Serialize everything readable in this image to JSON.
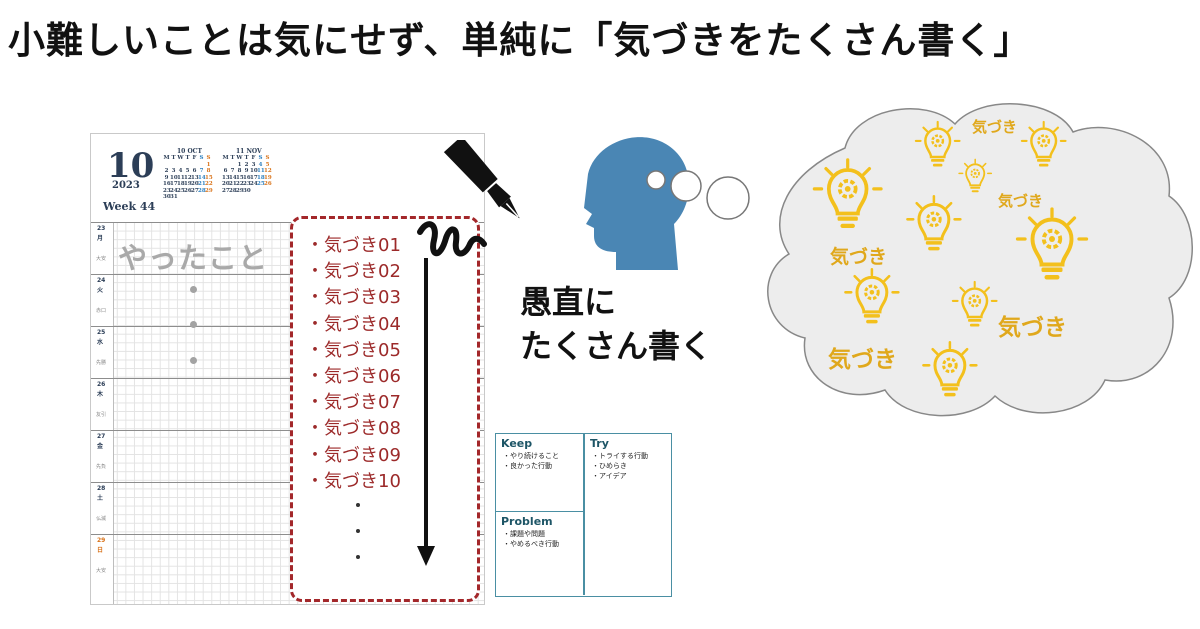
{
  "headline": "小難しいことは気にせず、単純に「気づきをたくさん書く」",
  "planner": {
    "day_number": "10",
    "year": "2023",
    "week": "Week 44",
    "calendar_oct": {
      "title": "10 OCT",
      "headers": [
        "M",
        "T",
        "W",
        "T",
        "F",
        "S",
        "S"
      ],
      "days": [
        "",
        "",
        "",
        "",
        "",
        "",
        "1",
        "2",
        "3",
        "4",
        "5",
        "6",
        "7",
        "8",
        "9",
        "10",
        "11",
        "12",
        "13",
        "14",
        "15",
        "16",
        "17",
        "18",
        "19",
        "20",
        "21",
        "22",
        "23",
        "24",
        "25",
        "26",
        "27",
        "28",
        "29",
        "30",
        "31",
        "",
        "",
        "",
        ""
      ]
    },
    "calendar_nov": {
      "title": "11 NOV",
      "headers": [
        "M",
        "T",
        "W",
        "T",
        "F",
        "S",
        "S"
      ],
      "days": [
        "",
        "",
        "1",
        "2",
        "3",
        "4",
        "5",
        "6",
        "7",
        "8",
        "9",
        "10",
        "11",
        "12",
        "13",
        "14",
        "15",
        "16",
        "17",
        "18",
        "19",
        "20",
        "21",
        "22",
        "23",
        "24",
        "25",
        "26",
        "27",
        "28",
        "29",
        "30",
        "",
        ""
      ]
    },
    "days": [
      {
        "date": "23",
        "weekday": "月",
        "sub": "大安"
      },
      {
        "date": "24",
        "weekday": "火",
        "sub": "赤口"
      },
      {
        "date": "25",
        "weekday": "水",
        "sub": "先勝"
      },
      {
        "date": "26",
        "weekday": "木",
        "sub": "友引"
      },
      {
        "date": "27",
        "weekday": "金",
        "sub": "先負"
      },
      {
        "date": "28",
        "weekday": "土",
        "sub": "仏滅"
      },
      {
        "date": "29",
        "weekday": "日",
        "sub": "大安"
      }
    ],
    "yatta_label": "やったこと"
  },
  "kizuki_list": [
    "・気づき01",
    "・気づき02",
    "・気づき03",
    "・気づき04",
    "・気づき05",
    "・気づき06",
    "・気づき07",
    "・気づき08",
    "・気づき09",
    "・気づき10"
  ],
  "kpt": {
    "keep": {
      "title": "Keep",
      "items": [
        "・やり続けること",
        "・良かった行動"
      ]
    },
    "try": {
      "title": "Try",
      "items": [
        "・トライする行動",
        "・ひめらき",
        "・アイデア"
      ]
    },
    "problem": {
      "title": "Problem",
      "items": [
        "・課題や問題",
        "・やめるべき行動"
      ]
    }
  },
  "caption": {
    "line1": "愚直に",
    "line2": "たくさん書く"
  },
  "cloud_word": "気づき",
  "colors": {
    "accent_red": "#a3272a",
    "head_blue": "#4a86b4",
    "bulb_yellow": "#f3c01c",
    "kpt_border": "#4a8fa3"
  }
}
